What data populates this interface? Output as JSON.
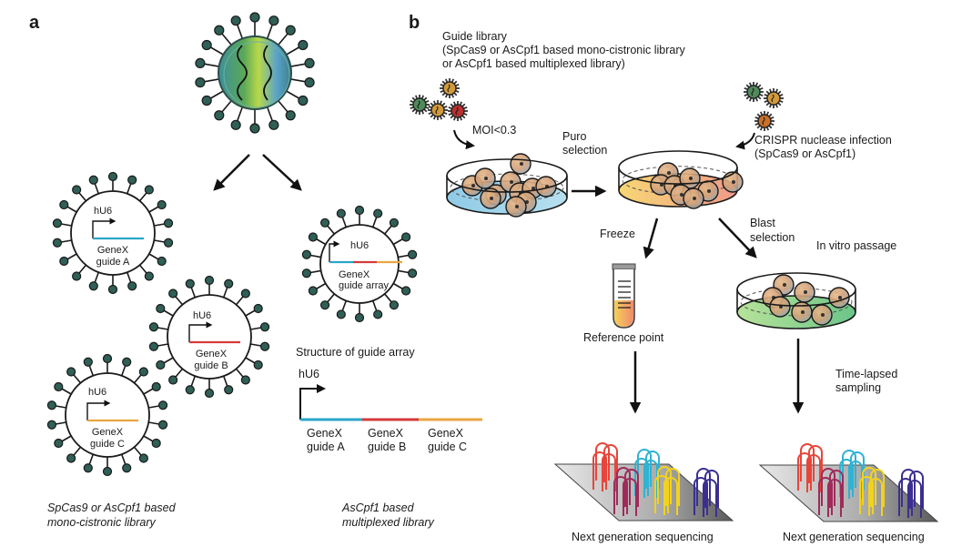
{
  "panels": {
    "a": {
      "label": "a"
    },
    "b": {
      "label": "b"
    }
  },
  "panel_a": {
    "vectors": [
      {
        "promoter": "hU6",
        "gene": "GeneX",
        "guide": "guide A",
        "guide_color": "#2aa6c8"
      },
      {
        "promoter": "hU6",
        "gene": "GeneX",
        "guide": "guide B",
        "guide_color": "#d43a3a"
      },
      {
        "promoter": "hU6",
        "gene": "GeneX",
        "guide": "guide C",
        "guide_color": "#e8a640"
      }
    ],
    "array_vector": {
      "promoter": "hU6",
      "gene": "GeneX",
      "label": "guide array"
    },
    "structure": {
      "title": "Structure of guide array",
      "promoter": "hU6",
      "segments": [
        {
          "gene": "GeneX",
          "guide": "guide A",
          "color": "#2aa6c8"
        },
        {
          "gene": "GeneX",
          "guide": "guide B",
          "color": "#d43a3a"
        },
        {
          "gene": "GeneX",
          "guide": "guide C",
          "color": "#e8a640"
        }
      ]
    },
    "captions": {
      "mono_line1": "SpCas9 or AsCpf1 based",
      "mono_line2": "mono-cistronic library",
      "multi_line1": "AsCpf1 based",
      "multi_line2": "multiplexed library"
    }
  },
  "panel_b": {
    "guide_library": {
      "line1": "Guide library",
      "line2": "(SpCas9 or AsCpf1 based mono-cistronic library",
      "line3": "or AsCpf1 based multiplexed library)"
    },
    "moi": "MOI<0.3",
    "puro": {
      "line1": "Puro",
      "line2": "selection"
    },
    "crispr": {
      "line1": "CRISPR nuclease infection",
      "line2": "(SpCas9 or AsCpf1)"
    },
    "freeze": "Freeze",
    "blast": {
      "line1": "Blast",
      "line2": "selection"
    },
    "in_vitro": "In vitro passage",
    "reference": "Reference point",
    "time_lapsed": {
      "line1": "Time-lapsed",
      "line2": "sampling"
    },
    "ngs_left": "Next generation sequencing",
    "ngs_right": "Next generation sequencing"
  },
  "colors": {
    "spike": "#2f5f56",
    "outline": "#1a1a1a",
    "dish_blue": "#8fcbe6",
    "dish_orange_start": "#f7d774",
    "dish_orange_end": "#ef9a8a",
    "dish_green": "#8fd37f",
    "cell_fill": "#d7a777",
    "read_colors": [
      "#e8453a",
      "#2fb2d3",
      "#a02a5a",
      "#f2d21e",
      "#3a2f91"
    ]
  }
}
